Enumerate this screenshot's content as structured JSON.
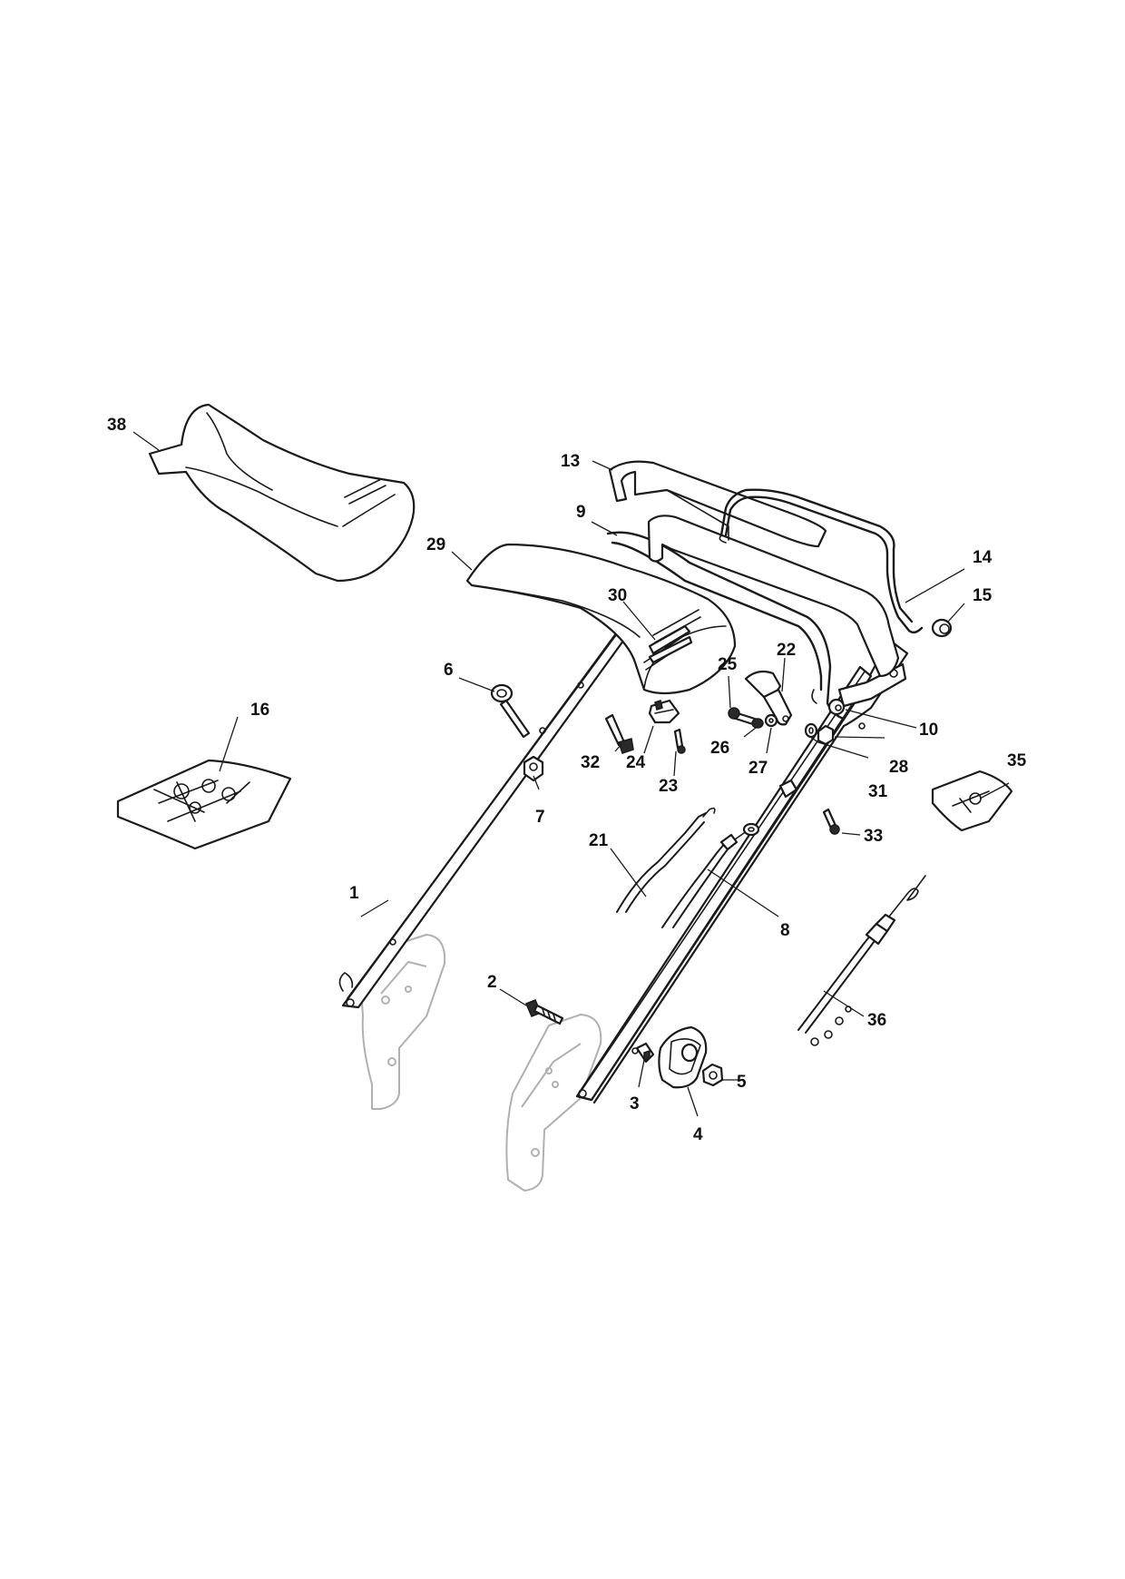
{
  "callouts": [
    {
      "id": "c1",
      "label": "1"
    },
    {
      "id": "c2",
      "label": "2"
    },
    {
      "id": "c3",
      "label": "3"
    },
    {
      "id": "c4",
      "label": "4"
    },
    {
      "id": "c5",
      "label": "5"
    },
    {
      "id": "c6",
      "label": "6"
    },
    {
      "id": "c7",
      "label": "7"
    },
    {
      "id": "c8",
      "label": "8"
    },
    {
      "id": "c9",
      "label": "9"
    },
    {
      "id": "c10",
      "label": "10"
    },
    {
      "id": "c13",
      "label": "13"
    },
    {
      "id": "c14",
      "label": "14"
    },
    {
      "id": "c15",
      "label": "15"
    },
    {
      "id": "c16",
      "label": "16"
    },
    {
      "id": "c21",
      "label": "21"
    },
    {
      "id": "c22",
      "label": "22"
    },
    {
      "id": "c23",
      "label": "23"
    },
    {
      "id": "c24",
      "label": "24"
    },
    {
      "id": "c25",
      "label": "25"
    },
    {
      "id": "c26",
      "label": "26"
    },
    {
      "id": "c27",
      "label": "27"
    },
    {
      "id": "c28",
      "label": "28"
    },
    {
      "id": "c29",
      "label": "29"
    },
    {
      "id": "c30",
      "label": "30"
    },
    {
      "id": "c31",
      "label": "31"
    },
    {
      "id": "c32",
      "label": "32"
    },
    {
      "id": "c33",
      "label": "33"
    },
    {
      "id": "c35",
      "label": "35"
    },
    {
      "id": "c36",
      "label": "36"
    },
    {
      "id": "c38",
      "label": "38"
    }
  ]
}
